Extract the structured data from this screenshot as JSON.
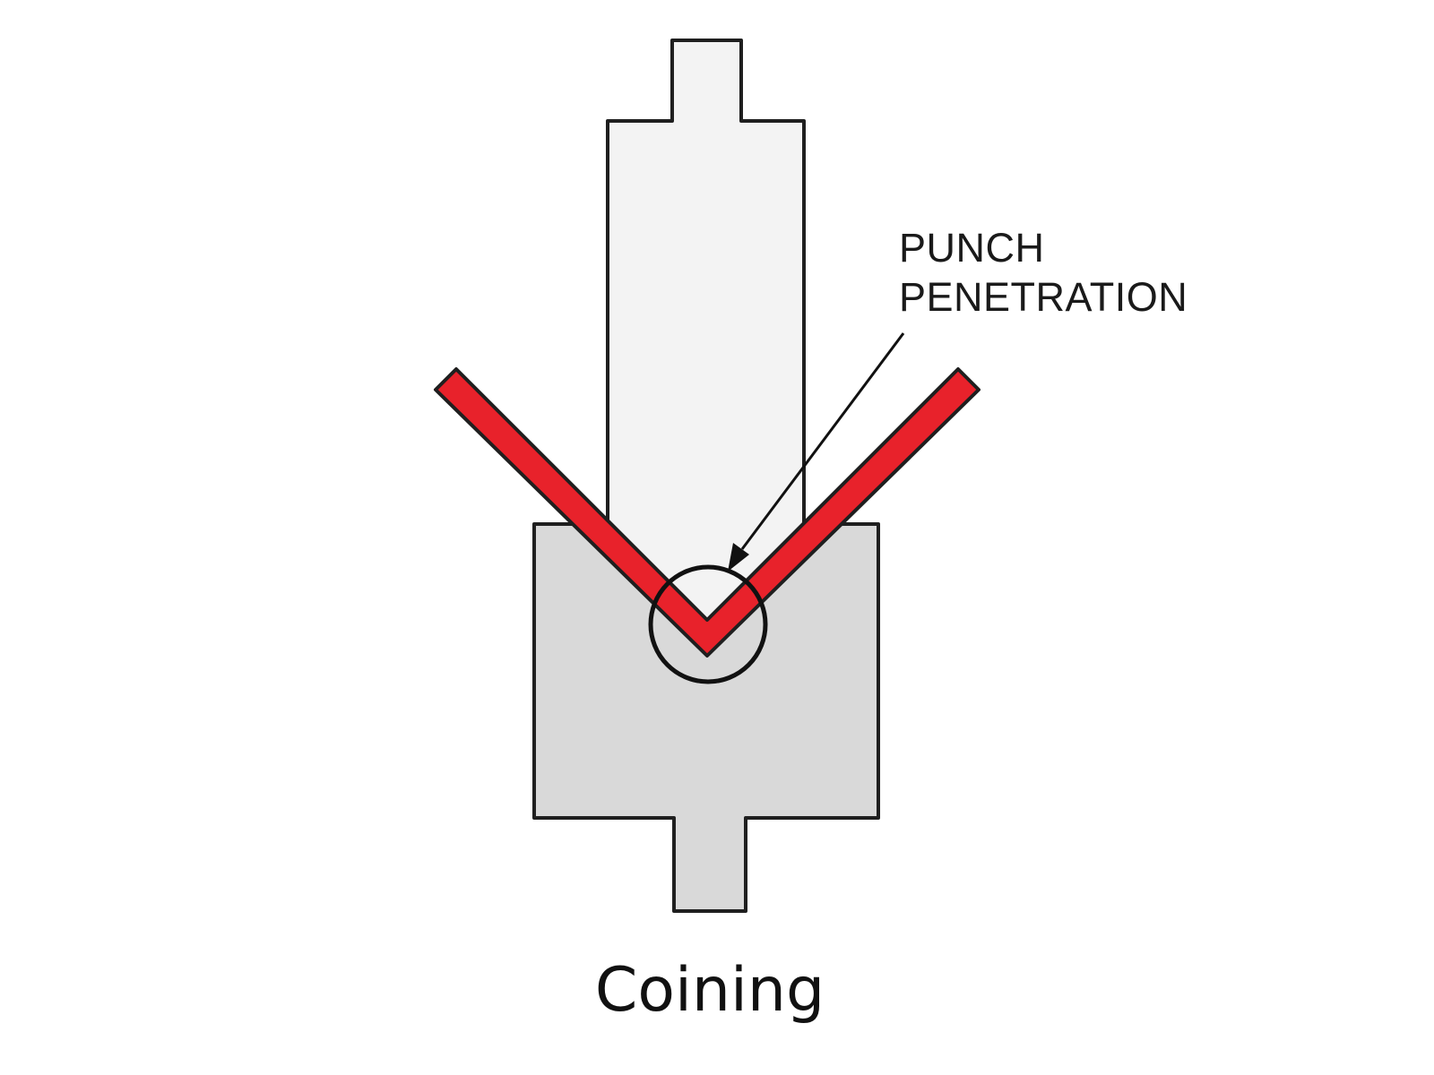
{
  "diagram": {
    "annotation": {
      "line1": "PUNCH",
      "line2": "PENETRATION"
    },
    "caption": "Coining",
    "colors": {
      "punch_fill": "#f3f3f3",
      "die_fill": "#d9d9d9",
      "sheet_fill": "#e8222b",
      "outline": "#1f1f1f",
      "background": "#ffffff"
    }
  }
}
